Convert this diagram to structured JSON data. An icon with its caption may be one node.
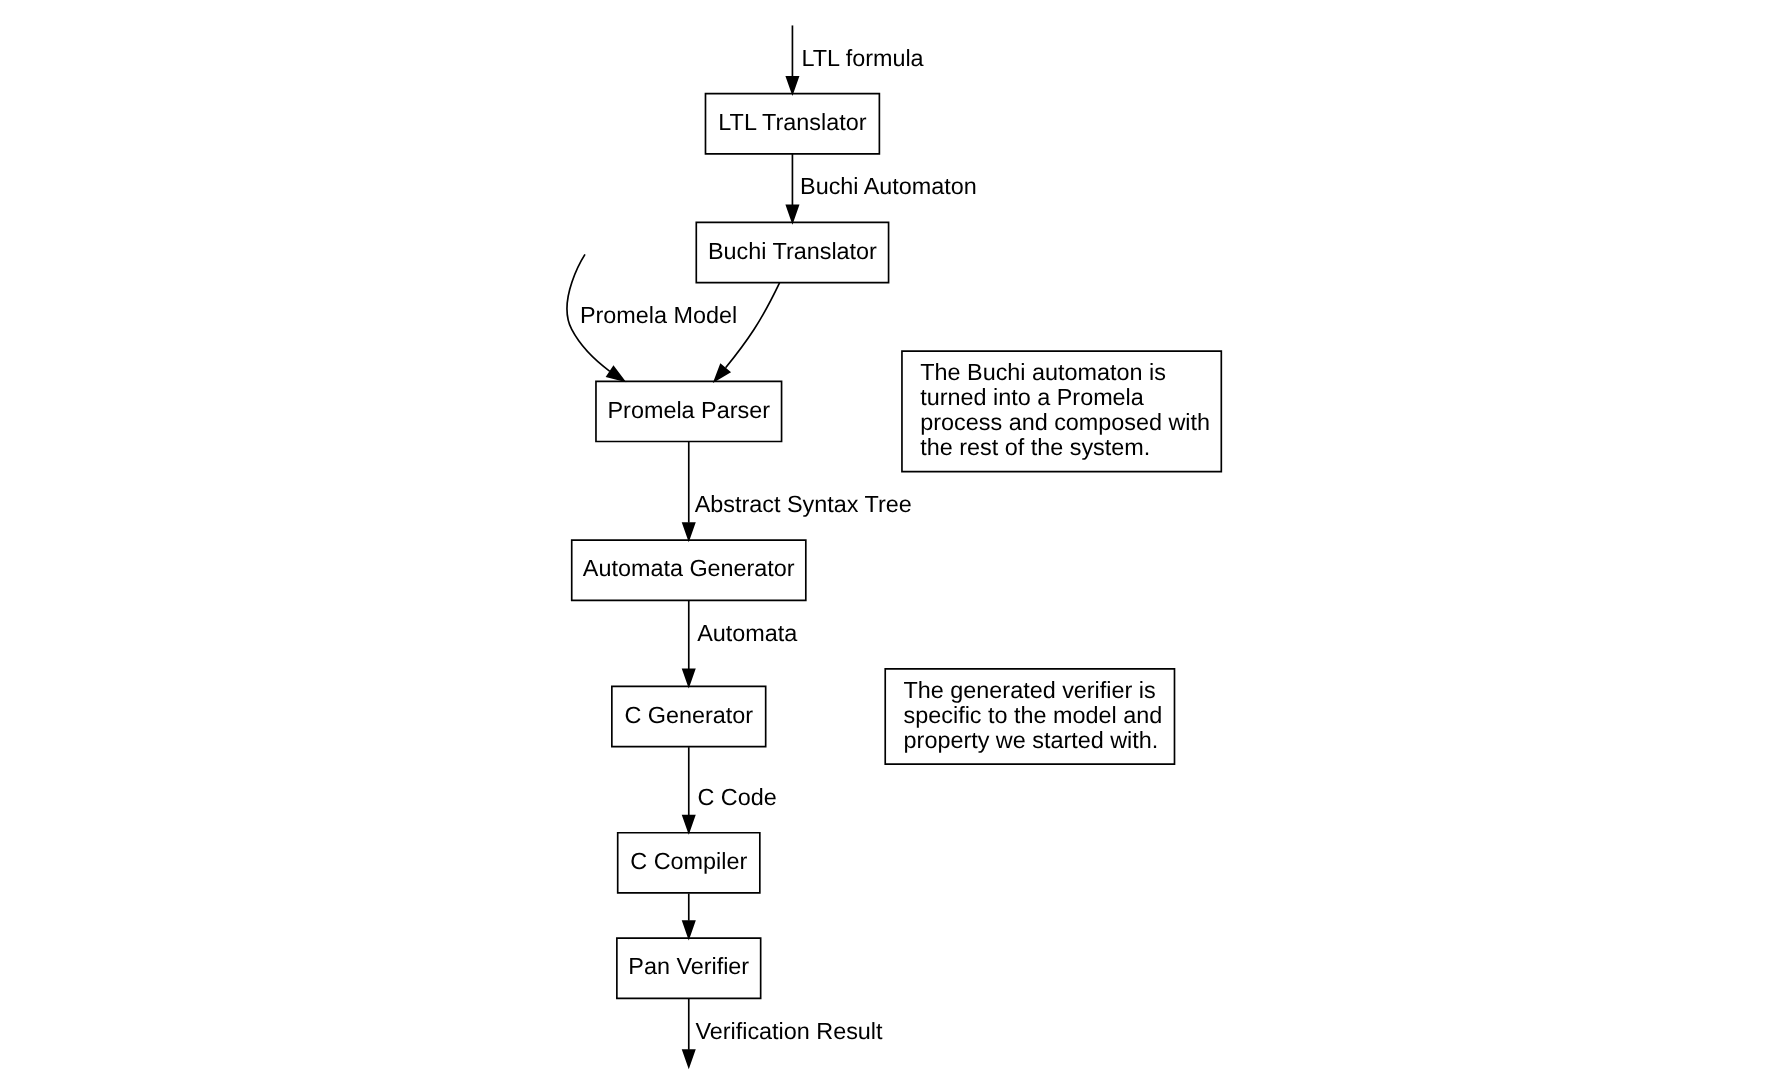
{
  "diagram": {
    "nodes": [
      {
        "text": [
          "LTL Translator"
        ]
      },
      {
        "text": [
          "Buchi Translator"
        ]
      },
      {
        "text": [
          "Promela Parser"
        ]
      },
      {
        "text": [
          "Automata Generator"
        ]
      },
      {
        "text": [
          "C Generator"
        ]
      },
      {
        "text": [
          "C Compiler"
        ]
      },
      {
        "text": [
          "Pan Verifier"
        ]
      },
      {
        "text": [
          "The Buchi automaton is turned into a Promela process and composed with the rest of the system."
        ]
      },
      {
        "text": [
          "The generated verifier is specific to the model and property we started with."
        ]
      }
    ],
    "edges": [
      {
        "from": null,
        "to": 0,
        "arrow": "to",
        "label": "LTL formula"
      },
      {
        "from": 0,
        "to": 1,
        "arrow": "to",
        "label": "Buchi Automaton"
      },
      {
        "from": 1,
        "to": 2,
        "arrow": "to"
      },
      {
        "from": null,
        "to": 2,
        "arrow": "to",
        "label": "Promela Model"
      },
      {
        "from": 2,
        "to": 3,
        "arrow": "to",
        "label": "Abstract Syntax Tree"
      },
      {
        "from": 3,
        "to": 4,
        "arrow": "to",
        "label": "Automata"
      },
      {
        "from": 4,
        "to": 5,
        "arrow": "to",
        "label": "C Code"
      },
      {
        "from": 5,
        "to": 6,
        "arrow": "to"
      },
      {
        "from": 6,
        "to": null,
        "arrow": "to",
        "label": "Verification Result"
      }
    ]
  }
}
